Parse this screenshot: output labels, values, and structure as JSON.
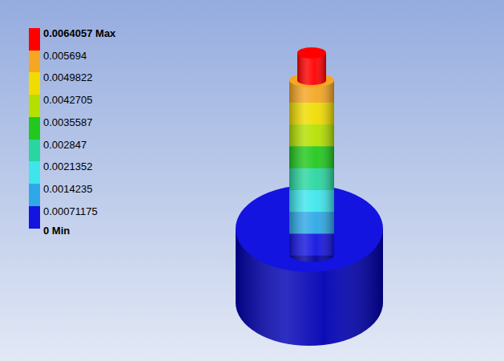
{
  "diagram": {
    "labels": [
      "0 Min"
    ],
    "legend": [
      {
        "text": "0.0064057 Max",
        "color": "#ff0000"
      },
      {
        "text": "0.005694",
        "color": "#f5a623"
      },
      {
        "text": "0.0049822",
        "color": "#f0dc00"
      },
      {
        "text": "0.0042705",
        "color": "#b4e000"
      },
      {
        "text": "0.0035587",
        "color": "#22c81e"
      },
      {
        "text": "0.002847",
        "color": "#2ad6a0"
      },
      {
        "text": "0.0021352",
        "color": "#3ee6ec"
      },
      {
        "text": "0.0014235",
        "color": "#2ea8e6"
      },
      {
        "text": "0.00071175",
        "color": "#1414e0"
      }
    ]
  }
}
